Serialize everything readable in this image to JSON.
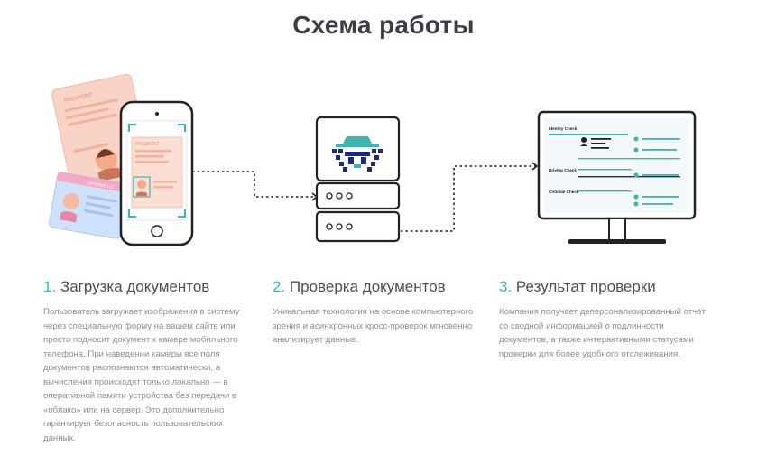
{
  "page": {
    "title": "Схема работы"
  },
  "illustration": {
    "passport_label": "PASSPORT",
    "phone_passport_label": "PASSPORT",
    "driving_label": "DRIVING LIC",
    "monitor": {
      "rows": [
        "Identity Check",
        "Driving Check",
        "Criminal Check"
      ]
    }
  },
  "steps": [
    {
      "number": "1.",
      "title": "Загрузка документов",
      "description": "Пользователь загружает изображения в систему через специальную форму на вашем сайте или просто подносит документ к камере мобильного телефона. При наведении камеры все поля документов распознаются автоматически, а вычисления происходят только локально — в оперативной памяти устройства без передачи в «облако» или на сервер. Это дополнительно гарантирует безопасность пользовательских данных."
    },
    {
      "number": "2.",
      "title": "Проверка документов",
      "description": "Уникальная технология на основе компьютерного зрения и асинхронных кросс-проверок мгновенно анализирует данные."
    },
    {
      "number": "3.",
      "title": "Результат проверки",
      "description": "Компания получает деперсонализированный отчёт со сводной информацией о подлинности документов, а также интерактивными статусами проверки для более удобного отслеживания."
    }
  ],
  "colors": {
    "accent": "#3fb3b0",
    "dark": "#222222",
    "navy": "#1e2a78",
    "passport": "#f6c6b8",
    "license": "#c9dcf7"
  }
}
